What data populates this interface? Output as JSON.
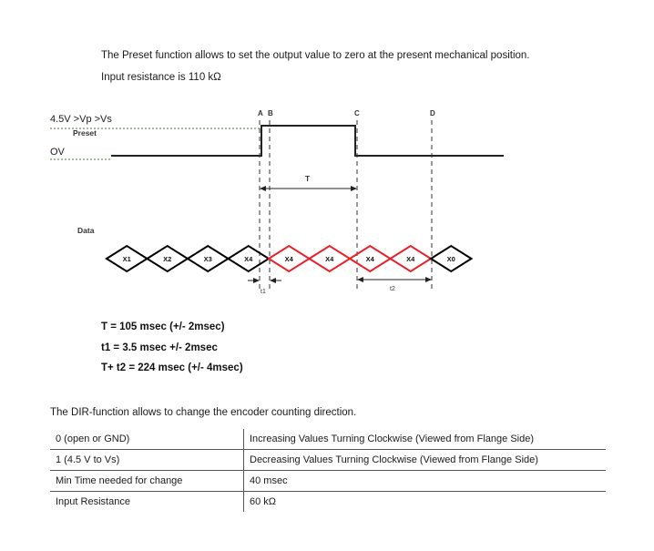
{
  "intro": {
    "line1": "The Preset function allows to set the output value to zero at the present mechanical position.",
    "line2": "Input resistance is 110 kΩ"
  },
  "diagram": {
    "level_high": "4.5V >Vp >Vs",
    "preset_label": "Preset",
    "level_low": "OV",
    "data_label": "Data",
    "markers": [
      "A",
      "B",
      "C",
      "D"
    ],
    "period_label": "T",
    "t1_label": "t1",
    "t2_label": "t2",
    "cells": [
      {
        "label": "X1",
        "color": "#000000"
      },
      {
        "label": "X2",
        "color": "#000000"
      },
      {
        "label": "X3",
        "color": "#000000"
      },
      {
        "label": "X4",
        "color": "#000000"
      },
      {
        "label": "X4",
        "color": "#e8202a"
      },
      {
        "label": "X4",
        "color": "#e8202a"
      },
      {
        "label": "X4",
        "color": "#e8202a"
      },
      {
        "label": "X4",
        "color": "#e8202a"
      },
      {
        "label": "X0",
        "color": "#000000"
      }
    ]
  },
  "specs": {
    "line1": "T = 105 msec (+/- 2msec)",
    "line2": "t1 = 3.5 msec +/- 2msec",
    "line3": "T+ t2 = 224 msec (+/- 4msec)"
  },
  "dir": {
    "title": "The DIR-function allows to change the encoder counting direction.",
    "rows": [
      {
        "condition": "0 (open or GND)",
        "value": "Increasing Values Turning Clockwise (Viewed from Flange Side)"
      },
      {
        "condition": "1 (4.5 V to Vs)",
        "value": "Decreasing Values Turning Clockwise (Viewed from Flange Side)"
      },
      {
        "condition": "Min Time needed for change",
        "value": "40 msec"
      },
      {
        "condition": "Input Resistance",
        "value": "60 kΩ"
      }
    ]
  }
}
